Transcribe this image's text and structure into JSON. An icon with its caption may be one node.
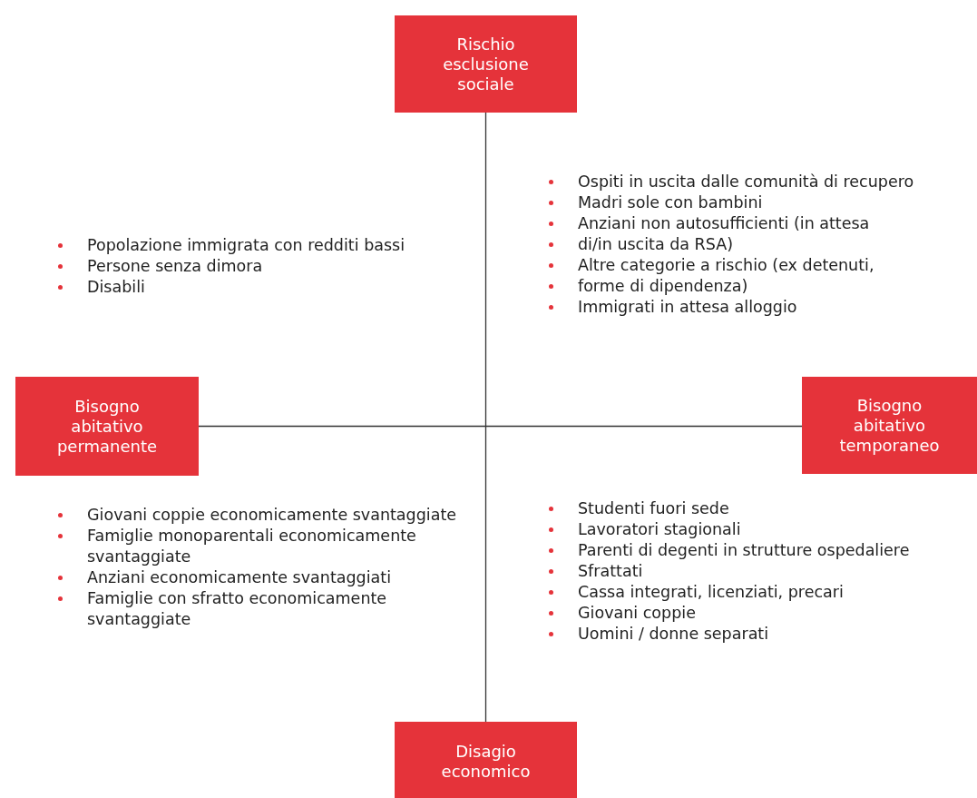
{
  "diagram": {
    "nodes": [
      {
        "text": [
          "Rischio esclusione sociale"
        ]
      },
      {
        "text": [
          "Bisogno abitativo permanente"
        ]
      },
      {
        "text": [
          "Bisogno abitativo temporaneo"
        ]
      },
      {
        "text": [
          "Disagio economico"
        ]
      }
    ],
    "edges": [
      {
        "from": 0,
        "to": 3,
        "arrow": "none"
      },
      {
        "from": 1,
        "to": 2,
        "arrow": "none"
      }
    ],
    "labels": [
      "Popolazione immigrata con redditi bassi",
      "Persone senza dimora",
      "Disabili",
      "Ospiti in uscita dalle comunità di recupero",
      "Madri sole con bambini",
      "Anziani non autosufficienti (in attesa",
      "di/in uscita da RSA)",
      "Altre categorie a rischio (ex detenuti,",
      "forme di dipendenza)",
      "Immigrati in attesa alloggio",
      "Giovani coppie economicamente svantaggiate",
      "Famiglie monoparentali economicamente svantaggiate",
      "Anziani economicamente svantaggiati",
      "Famiglie con sfratto economicamente svantaggiate",
      "Studenti fuori sede",
      "Lavoratori stagionali",
      "Parenti di degenti in strutture ospedaliere",
      "Sfrattati",
      "Cassa integrati, licenziati, precari",
      "Giovani coppie",
      "Uomini / donne separati"
    ]
  }
}
